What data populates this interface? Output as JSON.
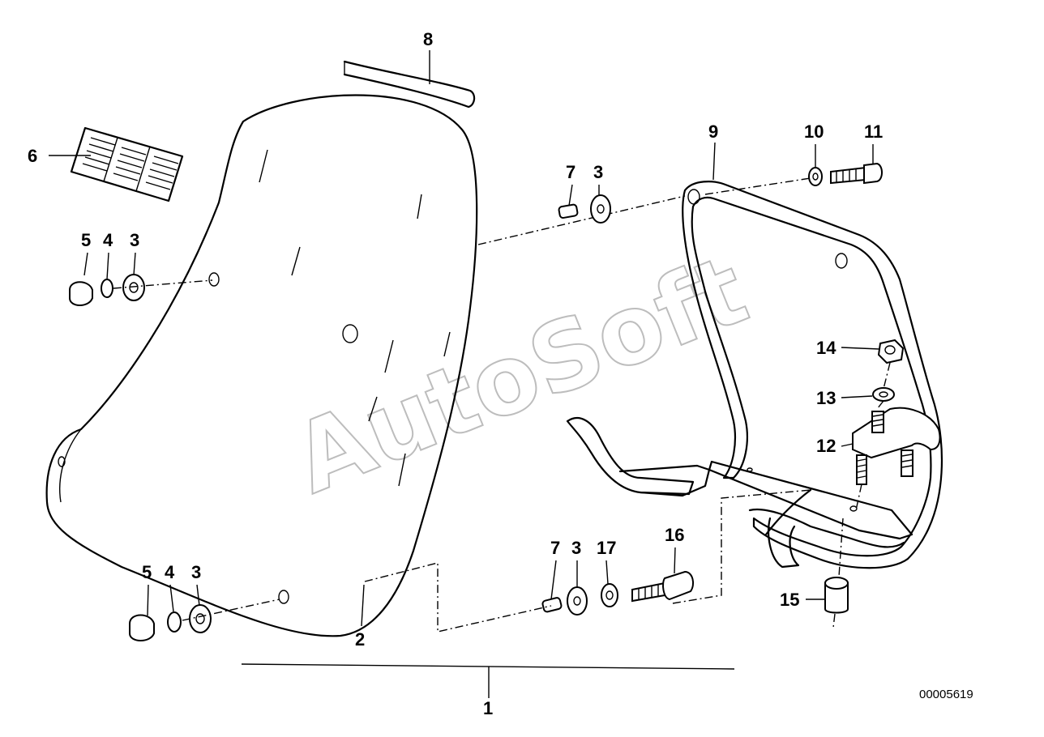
{
  "callouts": {
    "c1": "1",
    "c2": "2",
    "c3a": "3",
    "c3b": "3",
    "c3c": "3",
    "c3d": "3",
    "c4a": "4",
    "c4b": "4",
    "c5a": "5",
    "c5b": "5",
    "c6": "6",
    "c7a": "7",
    "c7b": "7",
    "c8": "8",
    "c9": "9",
    "c10": "10",
    "c11": "11",
    "c12": "12",
    "c13": "13",
    "c14": "14",
    "c15": "15",
    "c16": "16",
    "c17": "17"
  },
  "reference_code": "00005619",
  "watermark": "AutoSoft"
}
